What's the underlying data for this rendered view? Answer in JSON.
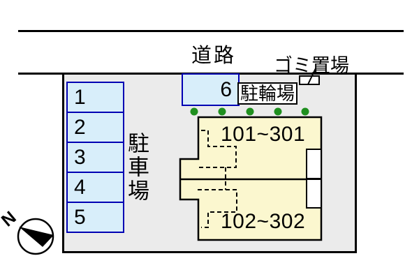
{
  "road": {
    "label": "道路"
  },
  "garbage_area": {
    "label": "ゴミ置場"
  },
  "bicycle_parking": {
    "label": "駐輪場"
  },
  "parking_lot": {
    "label": "駐車場",
    "spaces": [
      "1",
      "2",
      "3",
      "4",
      "5"
    ],
    "space_front": "6"
  },
  "building": {
    "upper_units": "101~301",
    "lower_units": "102~302",
    "shrub_count": 5
  },
  "compass": {
    "north_label": "N"
  },
  "colors": {
    "site_fill": "#ebebeb",
    "stall_fill": "#d8eefa",
    "stall_border": "#0000b3",
    "building_fill": "#fbf7cf",
    "shrub_green": "#1f8f1f",
    "outline": "#000000"
  }
}
